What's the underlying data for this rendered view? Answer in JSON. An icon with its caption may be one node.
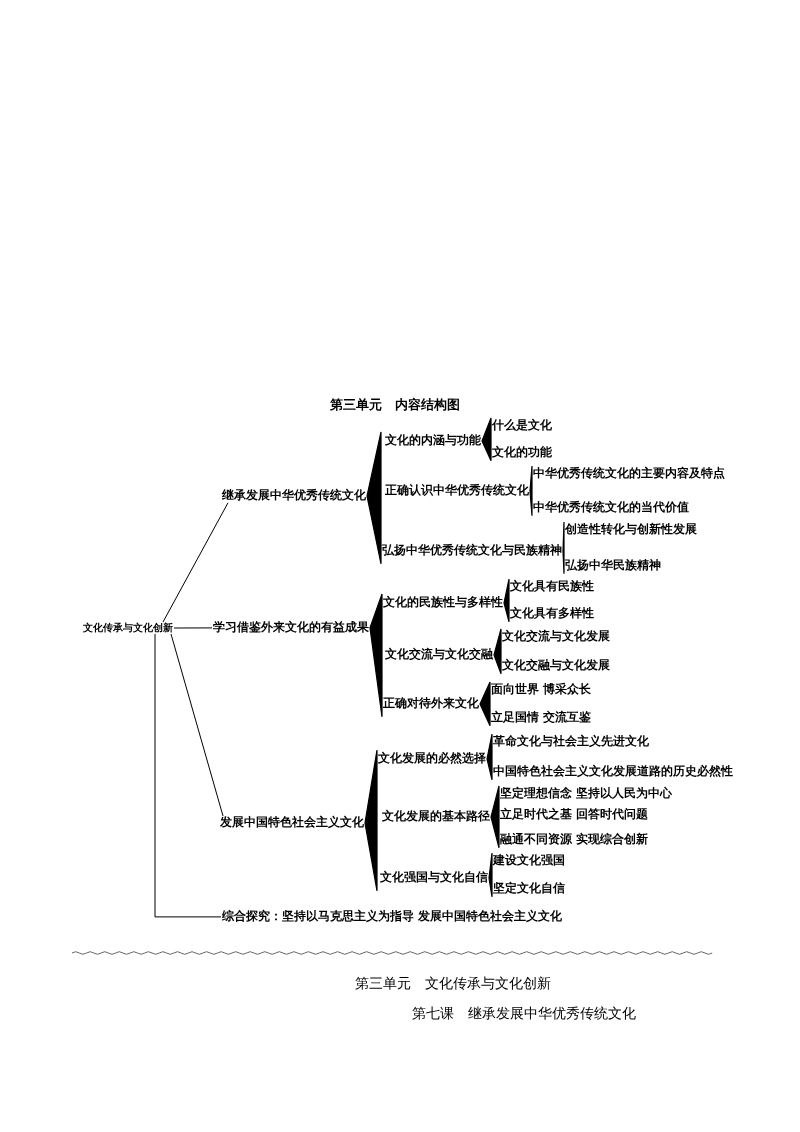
{
  "diagram": {
    "title": "第三单元　内容结构图",
    "nodes": [
      {
        "text": [
          "文化传承与文化创新"
        ]
      },
      {
        "text": [
          "继承发展中华优秀传统文化"
        ]
      },
      {
        "text": [
          "文化的内涵与功能"
        ]
      },
      {
        "text": [
          "什么是文化"
        ]
      },
      {
        "text": [
          "文化的功能"
        ]
      },
      {
        "text": [
          "正确认识中华优秀传统文化"
        ]
      },
      {
        "text": [
          "中华优秀传统文化的主要内容及特点"
        ]
      },
      {
        "text": [
          "中华优秀传统文化的当代价值"
        ]
      },
      {
        "text": [
          "弘扬中华优秀传统文化与民族精神"
        ]
      },
      {
        "text": [
          "创造性转化与创新性发展"
        ]
      },
      {
        "text": [
          "弘扬中华民族精神"
        ]
      },
      {
        "text": [
          "学习借鉴外来文化的有益成果"
        ]
      },
      {
        "text": [
          "文化的民族性与多样性"
        ]
      },
      {
        "text": [
          "文化具有民族性"
        ]
      },
      {
        "text": [
          "文化具有多样性"
        ]
      },
      {
        "text": [
          "文化交流与文化交融"
        ]
      },
      {
        "text": [
          "文化交流与文化发展"
        ]
      },
      {
        "text": [
          "文化交融与文化发展"
        ]
      },
      {
        "text": [
          "正确对待外来文化"
        ]
      },
      {
        "text": [
          "面向世界 博采众长"
        ]
      },
      {
        "text": [
          "立足国情 交流互鉴"
        ]
      },
      {
        "text": [
          "发展中国特色社会主义文化"
        ]
      },
      {
        "text": [
          "文化发展的必然选择"
        ]
      },
      {
        "text": [
          "革命文化与社会主义先进文化"
        ]
      },
      {
        "text": [
          "中国特色社会主义文化发展道路的历史必然性"
        ]
      },
      {
        "text": [
          "文化发展的基本路径"
        ]
      },
      {
        "text": [
          "坚定理想信念 坚持以人民为中心"
        ]
      },
      {
        "text": [
          "立足时代之基 回答时代问题"
        ]
      },
      {
        "text": [
          "融通不同资源 实现综合创新"
        ]
      },
      {
        "text": [
          "文化强国与文化自信"
        ]
      },
      {
        "text": [
          "建设文化强国"
        ]
      },
      {
        "text": [
          "坚定文化自信"
        ]
      },
      {
        "text": [
          "综合探究：坚持以马克思主义为指导 发展中国特色社会主义文化"
        ]
      }
    ],
    "edges": [
      {
        "from": 0,
        "to": 1,
        "arrow": "none"
      },
      {
        "from": 0,
        "to": 11,
        "arrow": "none"
      },
      {
        "from": 0,
        "to": 21,
        "arrow": "none"
      },
      {
        "from": 0,
        "to": 32,
        "arrow": "none"
      },
      {
        "from": 1,
        "to": 2,
        "arrow": "none"
      },
      {
        "from": 1,
        "to": 5,
        "arrow": "none"
      },
      {
        "from": 1,
        "to": 8,
        "arrow": "none"
      },
      {
        "from": 2,
        "to": 3,
        "arrow": "none"
      },
      {
        "from": 2,
        "to": 4,
        "arrow": "none"
      },
      {
        "from": 5,
        "to": 6,
        "arrow": "none"
      },
      {
        "from": 5,
        "to": 7,
        "arrow": "none"
      },
      {
        "from": 8,
        "to": 9,
        "arrow": "none"
      },
      {
        "from": 8,
        "to": 10,
        "arrow": "none"
      },
      {
        "from": 11,
        "to": 12,
        "arrow": "none"
      },
      {
        "from": 11,
        "to": 15,
        "arrow": "none"
      },
      {
        "from": 11,
        "to": 18,
        "arrow": "none"
      },
      {
        "from": 12,
        "to": 13,
        "arrow": "none"
      },
      {
        "from": 12,
        "to": 14,
        "arrow": "none"
      },
      {
        "from": 15,
        "to": 16,
        "arrow": "none"
      },
      {
        "from": 15,
        "to": 17,
        "arrow": "none"
      },
      {
        "from": 18,
        "to": 19,
        "arrow": "none"
      },
      {
        "from": 18,
        "to": 20,
        "arrow": "none"
      },
      {
        "from": 21,
        "to": 22,
        "arrow": "none"
      },
      {
        "from": 21,
        "to": 25,
        "arrow": "none"
      },
      {
        "from": 21,
        "to": 29,
        "arrow": "none"
      },
      {
        "from": 22,
        "to": 23,
        "arrow": "none"
      },
      {
        "from": 22,
        "to": 24,
        "arrow": "none"
      },
      {
        "from": 25,
        "to": 26,
        "arrow": "none"
      },
      {
        "from": 25,
        "to": 27,
        "arrow": "none"
      },
      {
        "from": 25,
        "to": 28,
        "arrow": "none"
      },
      {
        "from": 29,
        "to": 30,
        "arrow": "none"
      },
      {
        "from": 29,
        "to": 31,
        "arrow": "none"
      }
    ],
    "labels": [
      "第三单元　文化传承与文化创新",
      "第七课　继承发展中华优秀传统文化"
    ]
  }
}
